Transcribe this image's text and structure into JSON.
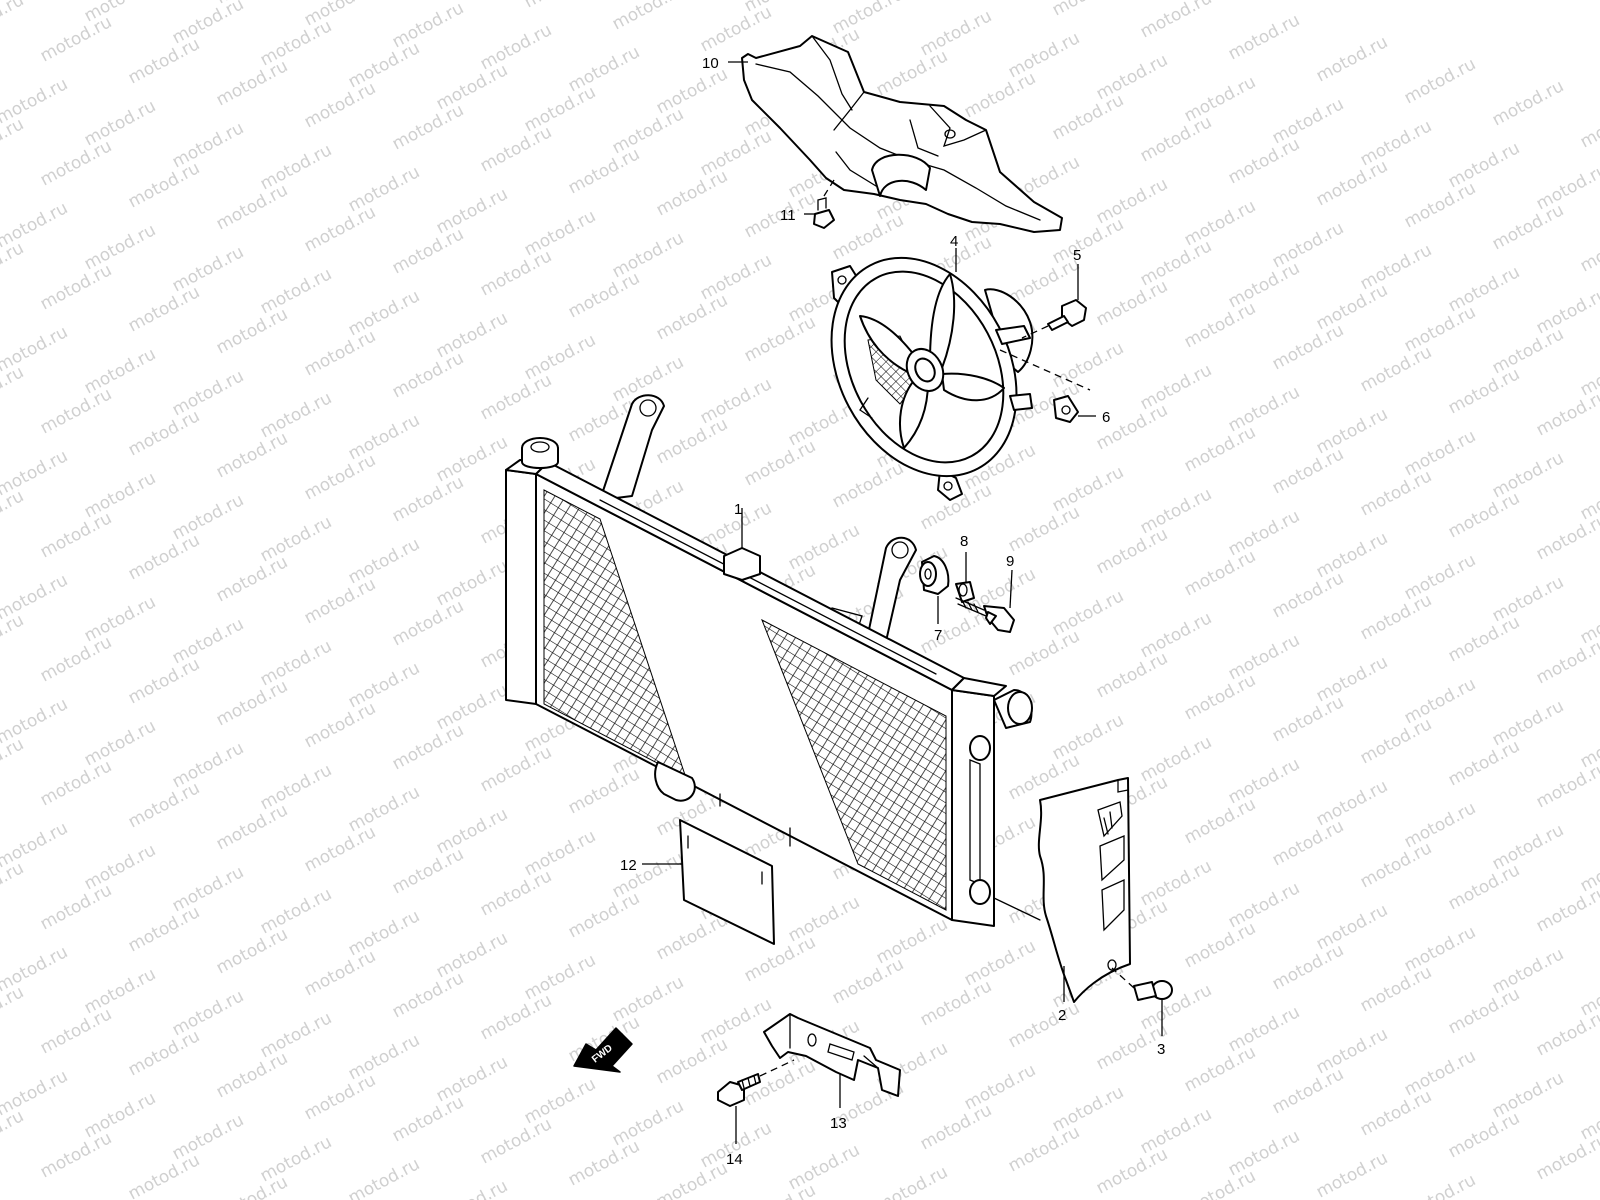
{
  "watermark": "motod.ru",
  "direction_marker": "FWD",
  "parts": [
    {
      "number": "1",
      "part": "radiator"
    },
    {
      "number": "2",
      "part": "side-cover"
    },
    {
      "number": "3",
      "part": "cover-screw"
    },
    {
      "number": "4",
      "part": "cooling-fan"
    },
    {
      "number": "5",
      "part": "fan-bolt"
    },
    {
      "number": "6",
      "part": "clip-nut"
    },
    {
      "number": "7",
      "part": "rubber-cushion"
    },
    {
      "number": "8",
      "part": "collar"
    },
    {
      "number": "9",
      "part": "radiator-bolt"
    },
    {
      "number": "10",
      "part": "fan-shroud"
    },
    {
      "number": "11",
      "part": "push-rivet"
    },
    {
      "number": "12",
      "part": "lower-plate"
    },
    {
      "number": "13",
      "part": "lower-bracket"
    },
    {
      "number": "14",
      "part": "bracket-bolt"
    }
  ]
}
